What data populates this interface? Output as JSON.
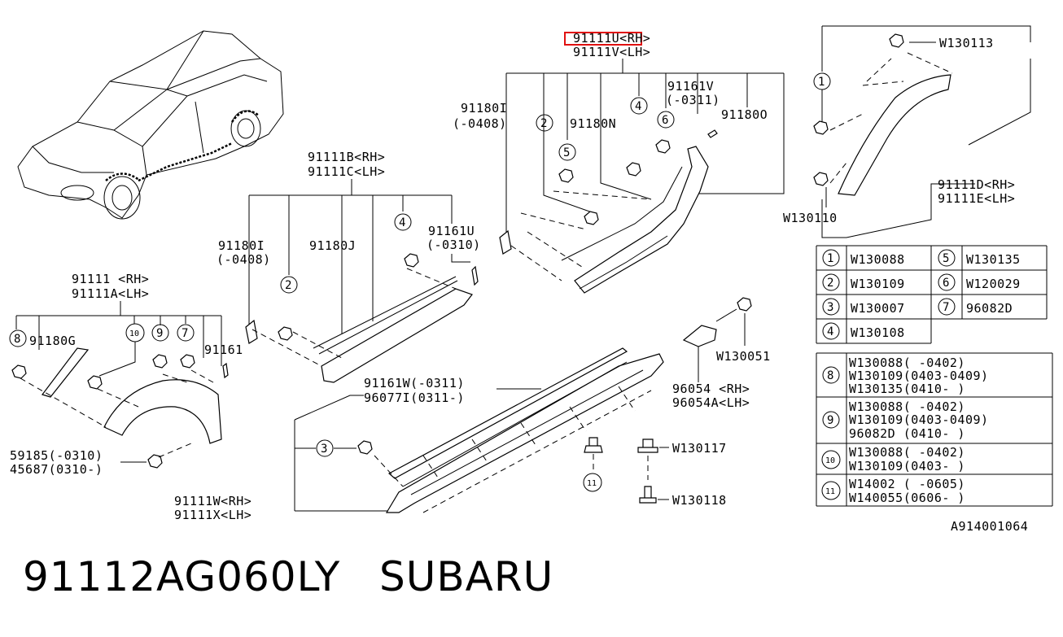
{
  "labels": {
    "top_rh": "91111U<RH>",
    "top_lh": "91111V<LH>",
    "top_91161v": "91161V",
    "top_91161v_range": "(-0311)",
    "top_91180i": "91180I",
    "top_91180i_range": "(-0408)",
    "top_91180n": "91180N",
    "top_91180o": "91180O",
    "mid_rh": "91111B<RH>",
    "mid_lh": "91111C<LH>",
    "mid_91180i": "91180I",
    "mid_91180i_range": "(-0408)",
    "mid_91180j": "91180J",
    "mid_91161u": "91161U",
    "mid_91161u_range": "(-0310)",
    "left_rh": "91111 <RH>",
    "left_lh": "91111A<LH>",
    "left_91180g": "91180G",
    "left_91161": "91161",
    "left_59185": "59185(-0310)",
    "left_45687": "45687(0310-)",
    "sill_91161w": "91161W(-0311)",
    "sill_96077i": "96077I(0311-)",
    "sill_rh": "91111W<RH>",
    "sill_lh": "91111X<LH>",
    "w130051": "W130051",
    "b96054_rh": "96054 <RH>",
    "b96054_lh": "96054A<LH>",
    "w130117": "W130117",
    "w130118": "W130118",
    "right_w130113": "W130113",
    "right_w130110": "W130110",
    "right_rh": "91111D<RH>",
    "right_lh": "91111E<LH>",
    "diagram_code": "A914001064"
  },
  "callouts": [
    "1",
    "2",
    "3",
    "4",
    "5",
    "6",
    "7",
    "8",
    "9",
    "10",
    "11"
  ],
  "legend_table1": [
    {
      "n1": "1",
      "p1": "W130088",
      "n2": "5",
      "p2": "W130135"
    },
    {
      "n1": "2",
      "p1": "W130109",
      "n2": "6",
      "p2": "W120029"
    },
    {
      "n1": "3",
      "p1": "W130007",
      "n2": "7",
      "p2": "96082D"
    },
    {
      "n1": "4",
      "p1": "W130108",
      "n2": "",
      "p2": ""
    }
  ],
  "legend_table2": [
    {
      "n": "8",
      "lines": [
        "W130088(  -0402)",
        "W130109(0403-0409)",
        "W130135(0410-  )"
      ]
    },
    {
      "n": "9",
      "lines": [
        "W130088(  -0402)",
        "W130109(0403-0409)",
        "96082D (0410-  )"
      ]
    },
    {
      "n": "10",
      "lines": [
        "W130088(  -0402)",
        "W130109(0403-  )"
      ]
    },
    {
      "n": "11",
      "lines": [
        "W14002 (  -0605)",
        "W140055(0606-  )"
      ]
    }
  ],
  "highlight_part": "91111U",
  "footer": {
    "part_number": "91112AG060LY",
    "brand": "SUBARU"
  },
  "colors": {
    "highlight": "#e01010",
    "ink": "#000000"
  }
}
